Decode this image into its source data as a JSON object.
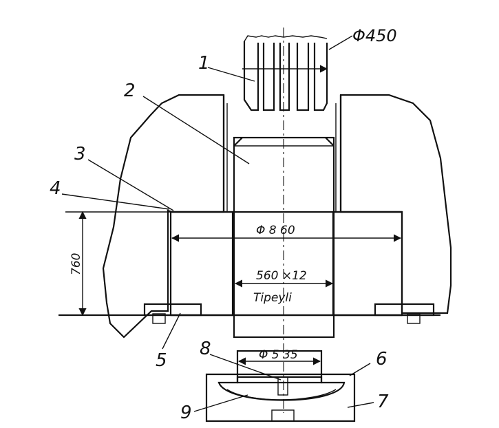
{
  "labels": {
    "part_1": "1",
    "part_2": "2",
    "part_3": "3",
    "part_4": "4",
    "part_5": "5",
    "part_6": "6",
    "part_7": "7",
    "part_8": "8",
    "part_9": "9"
  },
  "dimensions": {
    "top_diameter": "Φ450",
    "body_diameter": "Φ 8 60",
    "inner_spec": "560 ×12",
    "height": "760",
    "small_diameter": "Φ 5 35"
  },
  "notes": {
    "material_note": "Tipeyli"
  }
}
